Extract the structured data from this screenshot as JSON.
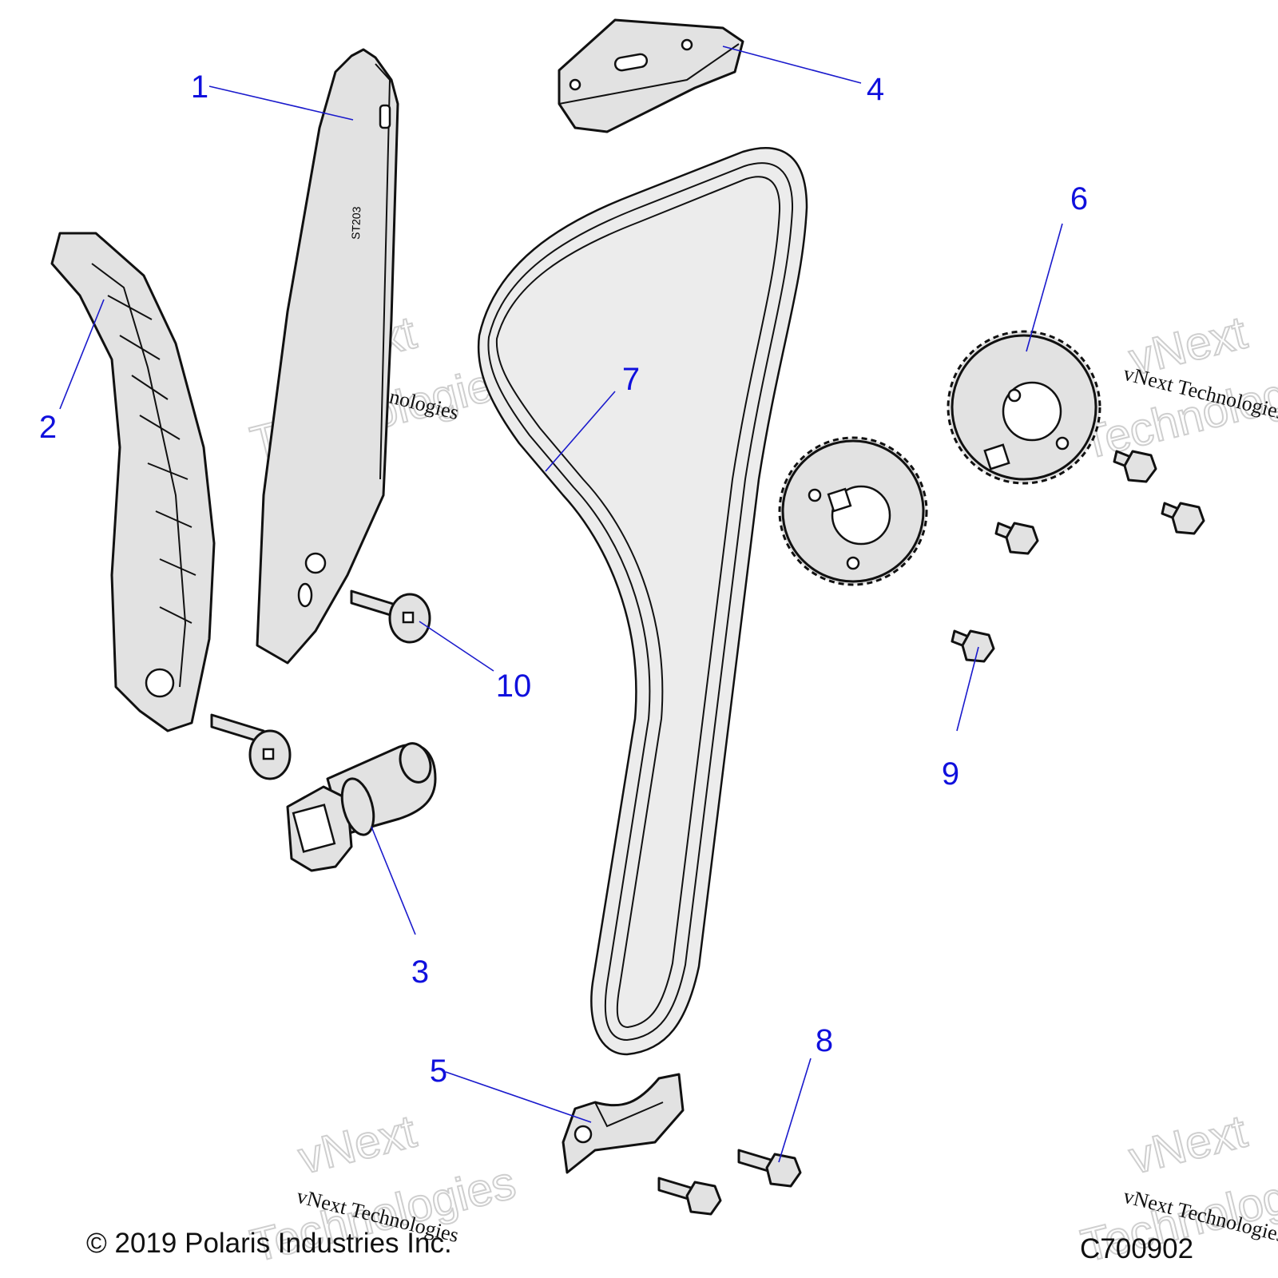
{
  "callouts": [
    "1",
    "2",
    "3",
    "4",
    "5",
    "6",
    "7",
    "8",
    "9",
    "10"
  ],
  "watermark": {
    "brand": "vNext",
    "word": "Technologies",
    "full": "vNext Technologies"
  },
  "footer": {
    "copyright": "© 2019 Polaris Industries Inc.",
    "figure_id": "C700902"
  },
  "part_markings": {
    "guide_1": "ST203"
  }
}
